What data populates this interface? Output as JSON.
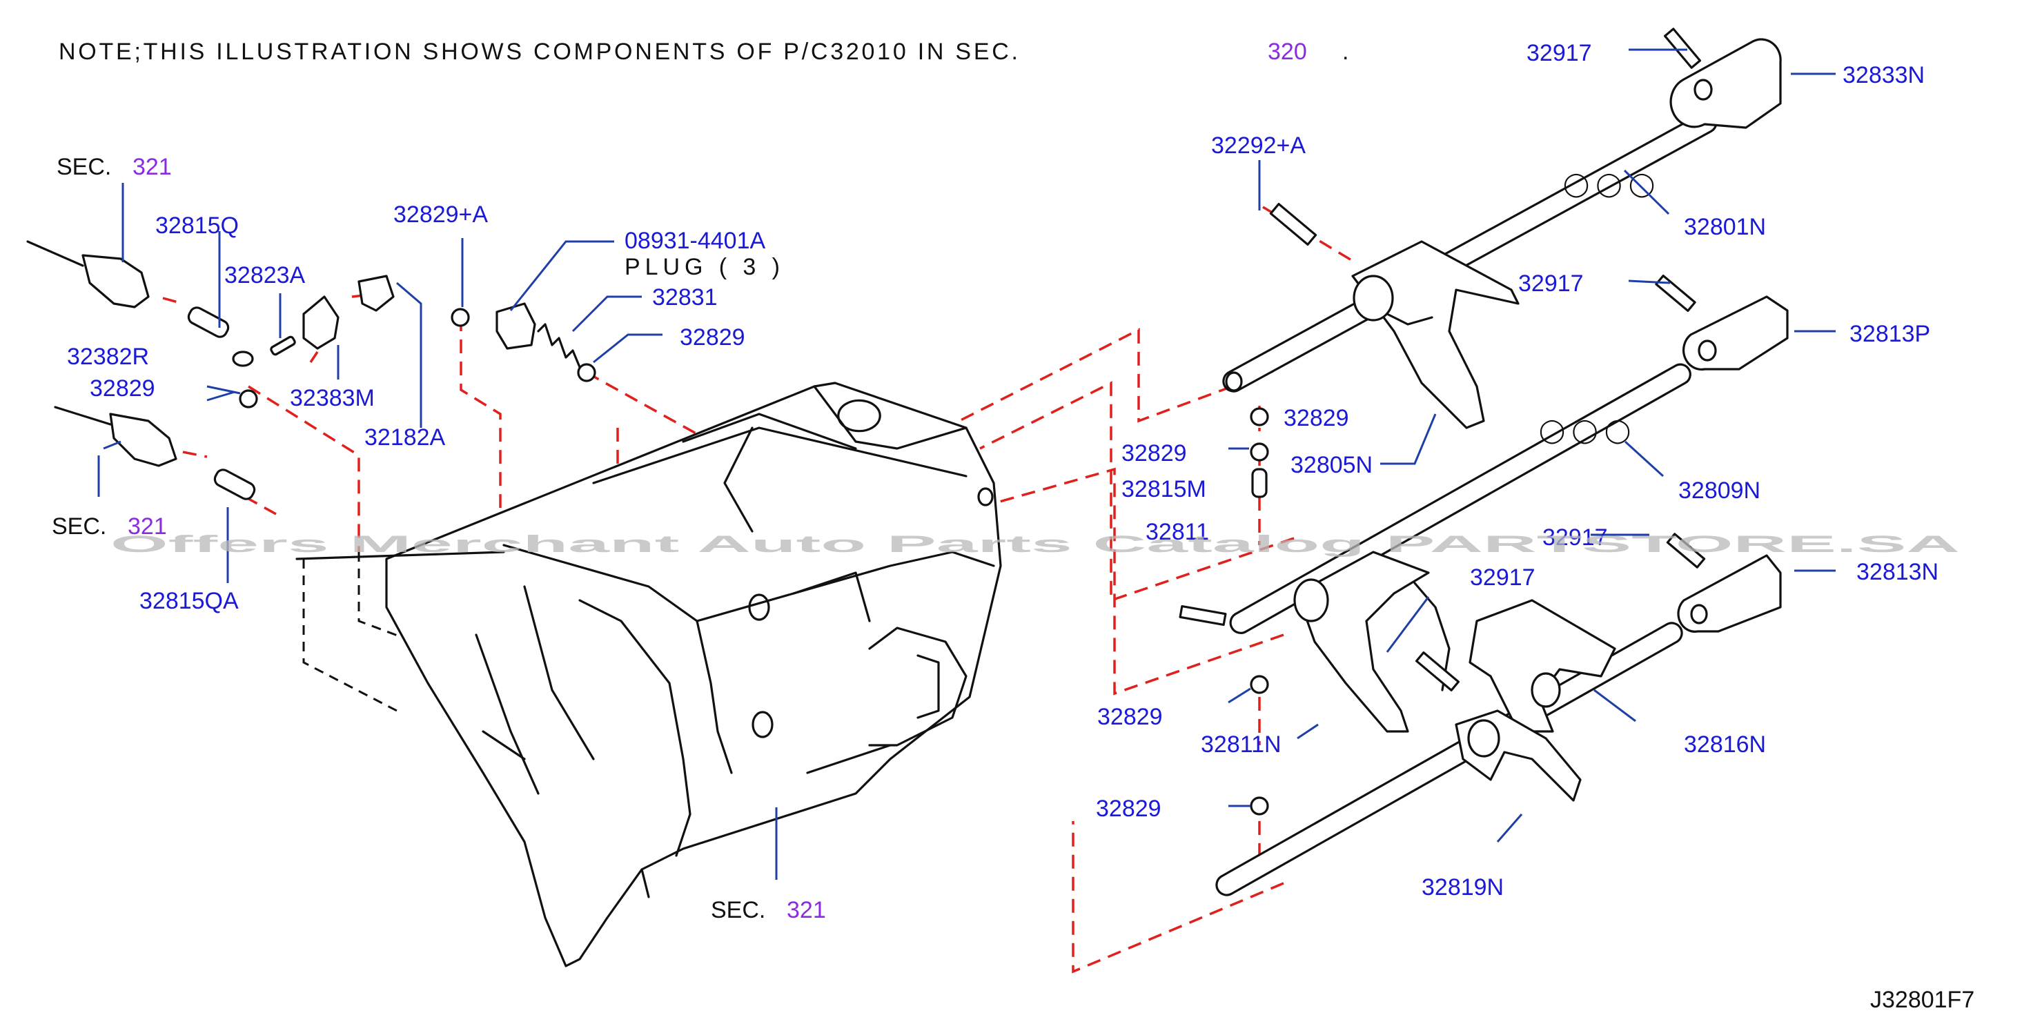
{
  "note": {
    "text": "NOTE;THIS ILLUSTRATION SHOWS COMPONENTS OF P/C32010 IN SEC.",
    "sec_number": "320",
    "period": "."
  },
  "sections": {
    "sec_label": "SEC.",
    "sec_number": "321"
  },
  "labels": {
    "p32917_a": "32917",
    "p32833N": "32833N",
    "p32292A": "32292+A",
    "p32801N": "32801N",
    "p32917_b": "32917",
    "p32813P": "32813P",
    "p32829_main": "32829",
    "p32805N": "32805N",
    "p32829_b": "32829",
    "p32815M": "32815M",
    "p32809N": "32809N",
    "p32811_part": "32811",
    "p32917_c": "32917",
    "p32813N": "32813N",
    "p32917_d": "32917",
    "p32829_c": "32829",
    "p32811N": "32811N",
    "p32816N": "32816N",
    "p32829_d": "32829",
    "p32819N": "32819N",
    "p32815Q": "32815Q",
    "p32823A": "32823A",
    "p32829A": "32829+A",
    "p08931": "08931-4401A",
    "plug": "PLUG ( 3 )",
    "p32831": "32831",
    "p32829_e": "32829",
    "p32382R": "32382R",
    "p32829_f": "32829",
    "p32383M": "32383M",
    "p32182A": "32182A",
    "p32815QA": "32815QA"
  },
  "watermark": "Offers Merchant Auto Parts Catalog PARTSTORE.SA",
  "diagram_code": "J32801F7",
  "colors": {
    "part_number": "#1a1ad6",
    "section_ref": "#8a2be2",
    "leader": "#1f3fa8",
    "dashed": "#e0201c"
  }
}
